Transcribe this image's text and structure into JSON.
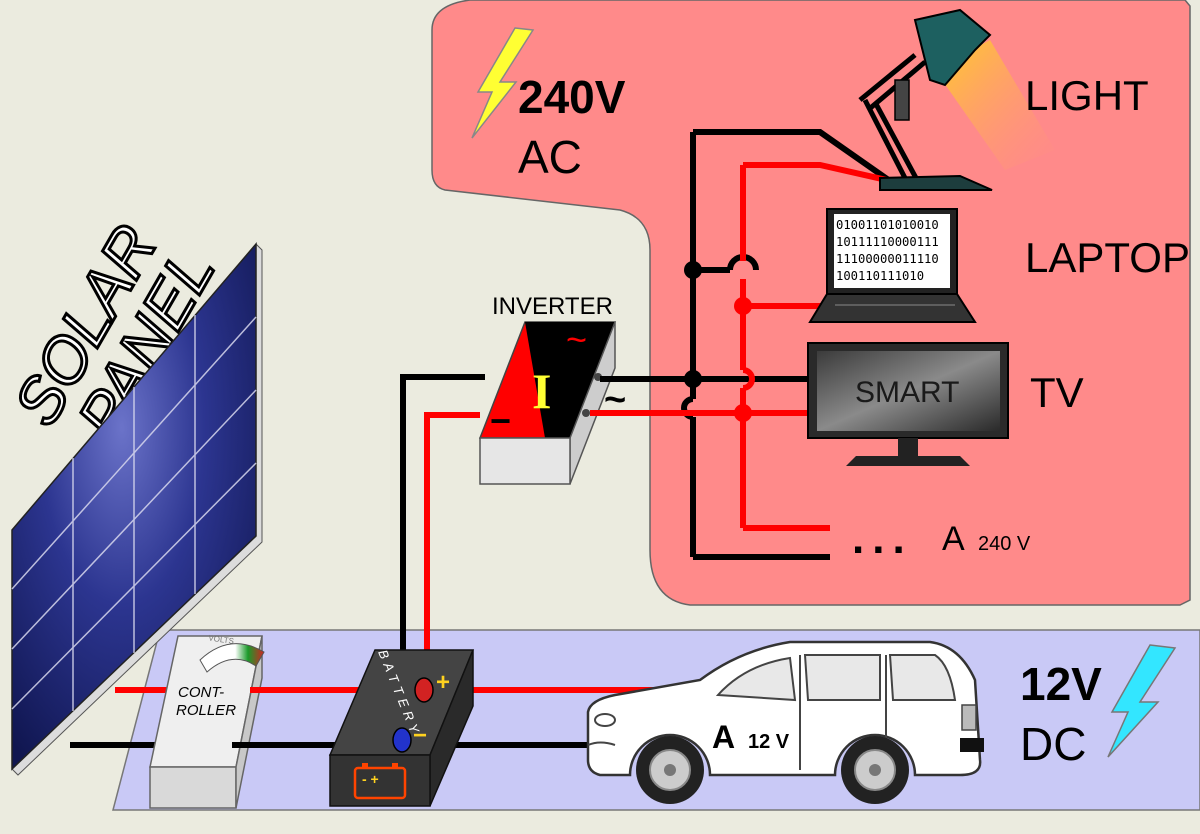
{
  "solar_panel": {
    "line1": "SOLAR",
    "line2": "PANEL"
  },
  "ac_zone": {
    "voltage": "240V",
    "type": "AC"
  },
  "dc_zone": {
    "voltage": "12V",
    "type": "DC"
  },
  "inverter": {
    "label": "INVERTER",
    "symbol": "I",
    "ac_symbol": "~",
    "output_symbol": "~",
    "dc_minus": "−"
  },
  "controller": {
    "line1": "CONT-",
    "line2": "ROLLER",
    "meter_label": "VOLTS"
  },
  "battery": {
    "side_text": "BATTERY",
    "plus": "+",
    "minus": "−"
  },
  "appliances": {
    "light": "LIGHT",
    "laptop": "LAPTOP",
    "laptop_screen": [
      "01001101010010",
      "10111110000111",
      "11100000011110",
      "100110111010"
    ],
    "tv_screen": "SMART",
    "tv": "TV",
    "more_dots": "...",
    "more_label": "A",
    "more_sub": "240 V"
  },
  "car": {
    "label": "A",
    "sub": "12 V"
  },
  "colors": {
    "ac_zone": "#ff8a8a",
    "dc_zone": "#c9c9f6",
    "background": "#ebebdf",
    "live_wire": "#ff0000",
    "neutral_wire": "#000000",
    "bolt_ac": "#ffff33",
    "bolt_dc": "#33e6ff"
  }
}
